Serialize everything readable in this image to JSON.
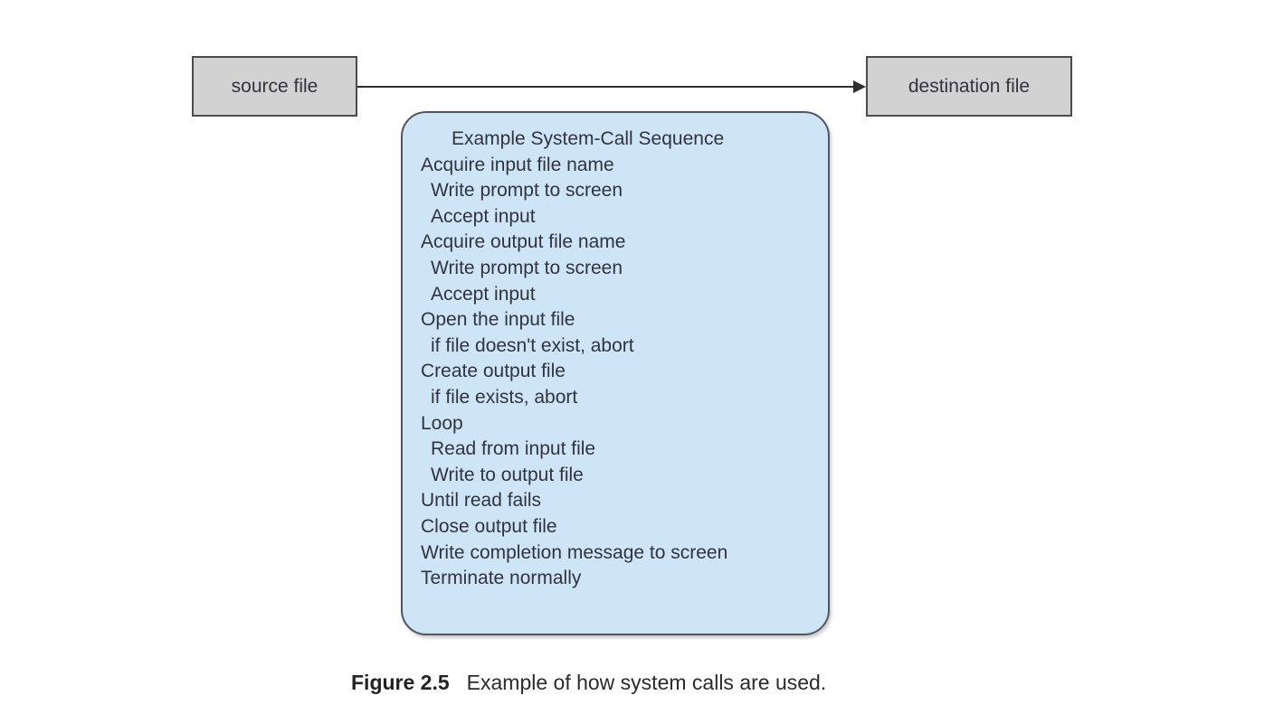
{
  "diagram": {
    "source_box": {
      "label": "source file"
    },
    "destination_box": {
      "label": "destination file"
    },
    "sequence": {
      "title": "Example System-Call Sequence",
      "lines": [
        {
          "text": "Acquire input file name",
          "indent": 0
        },
        {
          "text": "Write prompt to screen",
          "indent": 1
        },
        {
          "text": "Accept input",
          "indent": 1
        },
        {
          "text": "Acquire output file name",
          "indent": 0
        },
        {
          "text": "Write prompt to screen",
          "indent": 1
        },
        {
          "text": "Accept input",
          "indent": 1
        },
        {
          "text": "Open the input file",
          "indent": 0
        },
        {
          "text": "if file doesn't exist, abort",
          "indent": 1
        },
        {
          "text": "Create output file",
          "indent": 0
        },
        {
          "text": "if file exists, abort",
          "indent": 1
        },
        {
          "text": "Loop",
          "indent": 0
        },
        {
          "text": "Read from input file",
          "indent": 1
        },
        {
          "text": "Write to output file",
          "indent": 1
        },
        {
          "text": "Until read fails",
          "indent": 0
        },
        {
          "text": "Close output file",
          "indent": 0
        },
        {
          "text": "Write completion message to screen",
          "indent": 0
        },
        {
          "text": "Terminate normally",
          "indent": 0
        }
      ]
    },
    "caption": {
      "figure_label": "Figure 2.5",
      "text": "Example of how system calls are used."
    },
    "colors": {
      "file_box_fill": "#d2d2d2",
      "file_box_border": "#4b4b4b",
      "callout_fill": "#cde5f7",
      "callout_border": "#54545e",
      "diagram_text": "#33333e",
      "arrow": "#2f2f2f",
      "caption_text": "#2b2b2b"
    }
  }
}
